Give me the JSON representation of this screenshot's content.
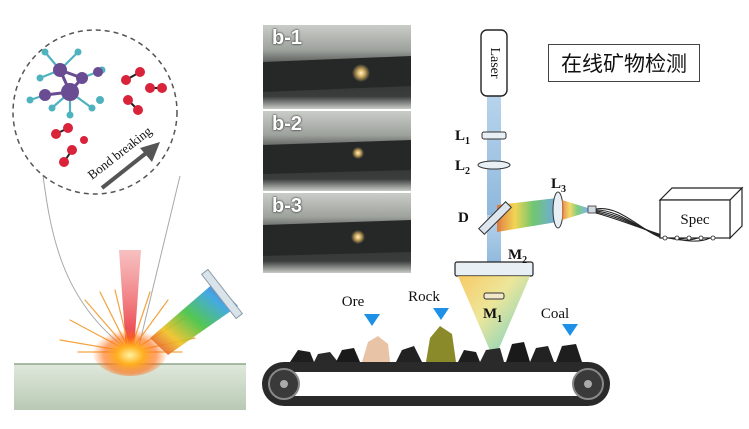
{
  "panel_a": {
    "bond_breaking_label": "Bond breaking"
  },
  "panel_b": {
    "labels": [
      "b-1",
      "b-2",
      "b-3"
    ]
  },
  "panel_c": {
    "title": "在线矿物检测",
    "laser_label": "Laser",
    "spec_label": "Spec",
    "L1_label": "L",
    "L1_sub": "1",
    "L2_label": "L",
    "L2_sub": "2",
    "L3_label": "L",
    "L3_sub": "3",
    "D_label": "D",
    "M1_label": "M",
    "M1_sub": "1",
    "M2_label": "M",
    "M2_sub": "2",
    "ore_label": "Ore",
    "rock_label": "Rock",
    "coal_label": "Coal"
  },
  "colors": {
    "marker_blue": "#1e90e6",
    "atom_purple": "#6a4c93",
    "atom_red": "#d9233a",
    "atom_teal": "#4fb3bf",
    "beam_red": "#e8333a",
    "belt_dark": "#2a2a2a"
  }
}
